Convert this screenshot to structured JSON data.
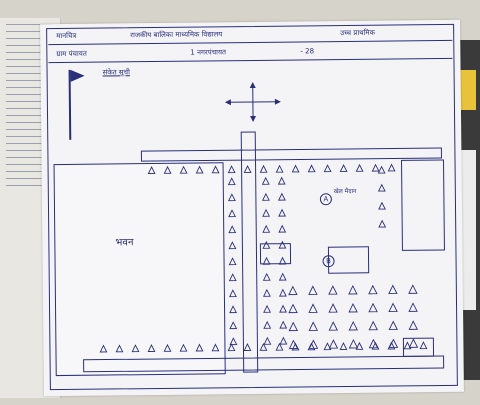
{
  "header": {
    "line1_left": "मानचित्र",
    "line1_center": "राजकीय बालिका माध्यमिक विद्यालय",
    "line1_right": "उच्च प्राथमिक",
    "line2_left": "ग्राम पंचायत",
    "line2_center": "1 नगरपंचायत",
    "line2_right": "- 28"
  },
  "legend": {
    "title": "संकेत सूची",
    "items": [
      "",
      "",
      "",
      "",
      "",
      "",
      "",
      "",
      "",
      ""
    ]
  },
  "building_label": "भवन",
  "annotations": {
    "area_label": "खेल मैदान",
    "marker_a": "A",
    "marker_b": "B"
  },
  "footer": {
    "left": "",
    "center": "",
    "right": ""
  },
  "colors": {
    "ink": "#2a2f7a",
    "paper": "#f4f4f7",
    "background": "#d6d3cb"
  }
}
